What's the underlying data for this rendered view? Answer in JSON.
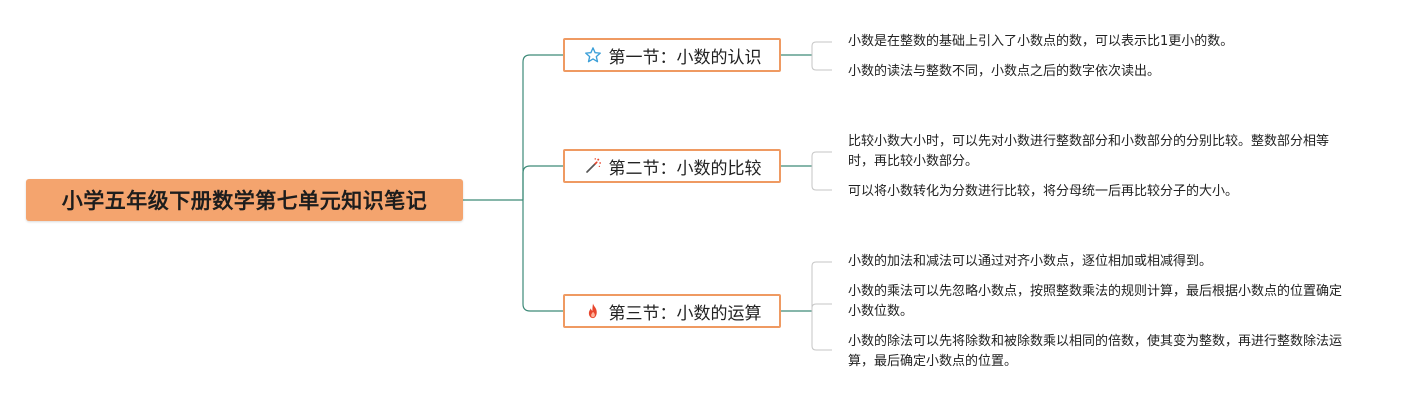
{
  "root": {
    "title": "小学五年级下册数学第七单元知识笔记"
  },
  "sections": [
    {
      "title": "第一节：小数的认识",
      "icon": "star-outline-icon",
      "notes": [
        "小数是在整数的基础上引入了小数点的数，可以表示比1更小的数。",
        "小数的读法与整数不同，小数点之后的数字依次读出。"
      ]
    },
    {
      "title": "第二节：小数的比较",
      "icon": "magic-wand-icon",
      "notes": [
        "比较小数大小时，可以先对小数进行整数部分和小数部分的分别比较。整数部分相等时，再比较小数部分。",
        "可以将小数转化为分数进行比较，将分母统一后再比较分子的大小。"
      ]
    },
    {
      "title": "第三节：小数的运算",
      "icon": "fire-icon",
      "notes": [
        "小数的加法和减法可以通过对齐小数点，逐位相加或相减得到。",
        "小数的乘法可以先忽略小数点，按照整数乘法的规则计算，最后根据小数点的位置确定小数位数。",
        "小数的除法可以先将除数和被除数乘以相同的倍数，使其变为整数，再进行整数除法运算，最后确定小数点的位置。"
      ]
    }
  ],
  "colors": {
    "root_fill": "#f4a46e",
    "section_border": "#ef9a62",
    "connector": "#3d8a78",
    "leaf_connector": "#c6c6c6",
    "star_icon": "#3b9fd8",
    "fire_icon": "#e8452c"
  }
}
